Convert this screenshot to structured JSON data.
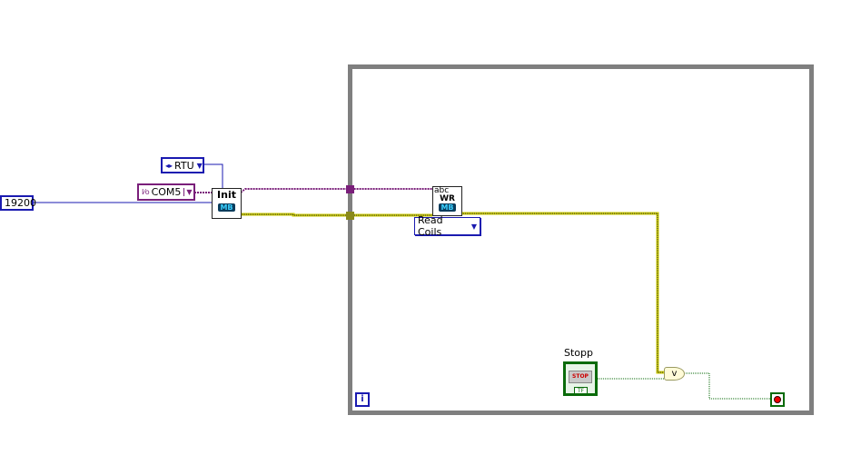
{
  "constants": {
    "baud_rate": "19200",
    "mode": "RTU",
    "port": "COM5",
    "function": "Read Coils"
  },
  "nodes": {
    "init_label": "Init",
    "init_badge": "MB",
    "rw_label_top": "abc",
    "rw_label": "WR",
    "rw_badge": "MB",
    "or_symbol": "v"
  },
  "stop_control": {
    "label": "Stopp",
    "button_text": "STOP",
    "type_text": "TF"
  },
  "loop": {
    "iteration_label": "i"
  },
  "colors": {
    "loop_border": "#7f7f7f",
    "error_wire": "#c8c800",
    "visa_wire": "#7a1f7a",
    "numeric_wire": "#1a1ab0",
    "boolean_wire": "#0a6b0a"
  }
}
